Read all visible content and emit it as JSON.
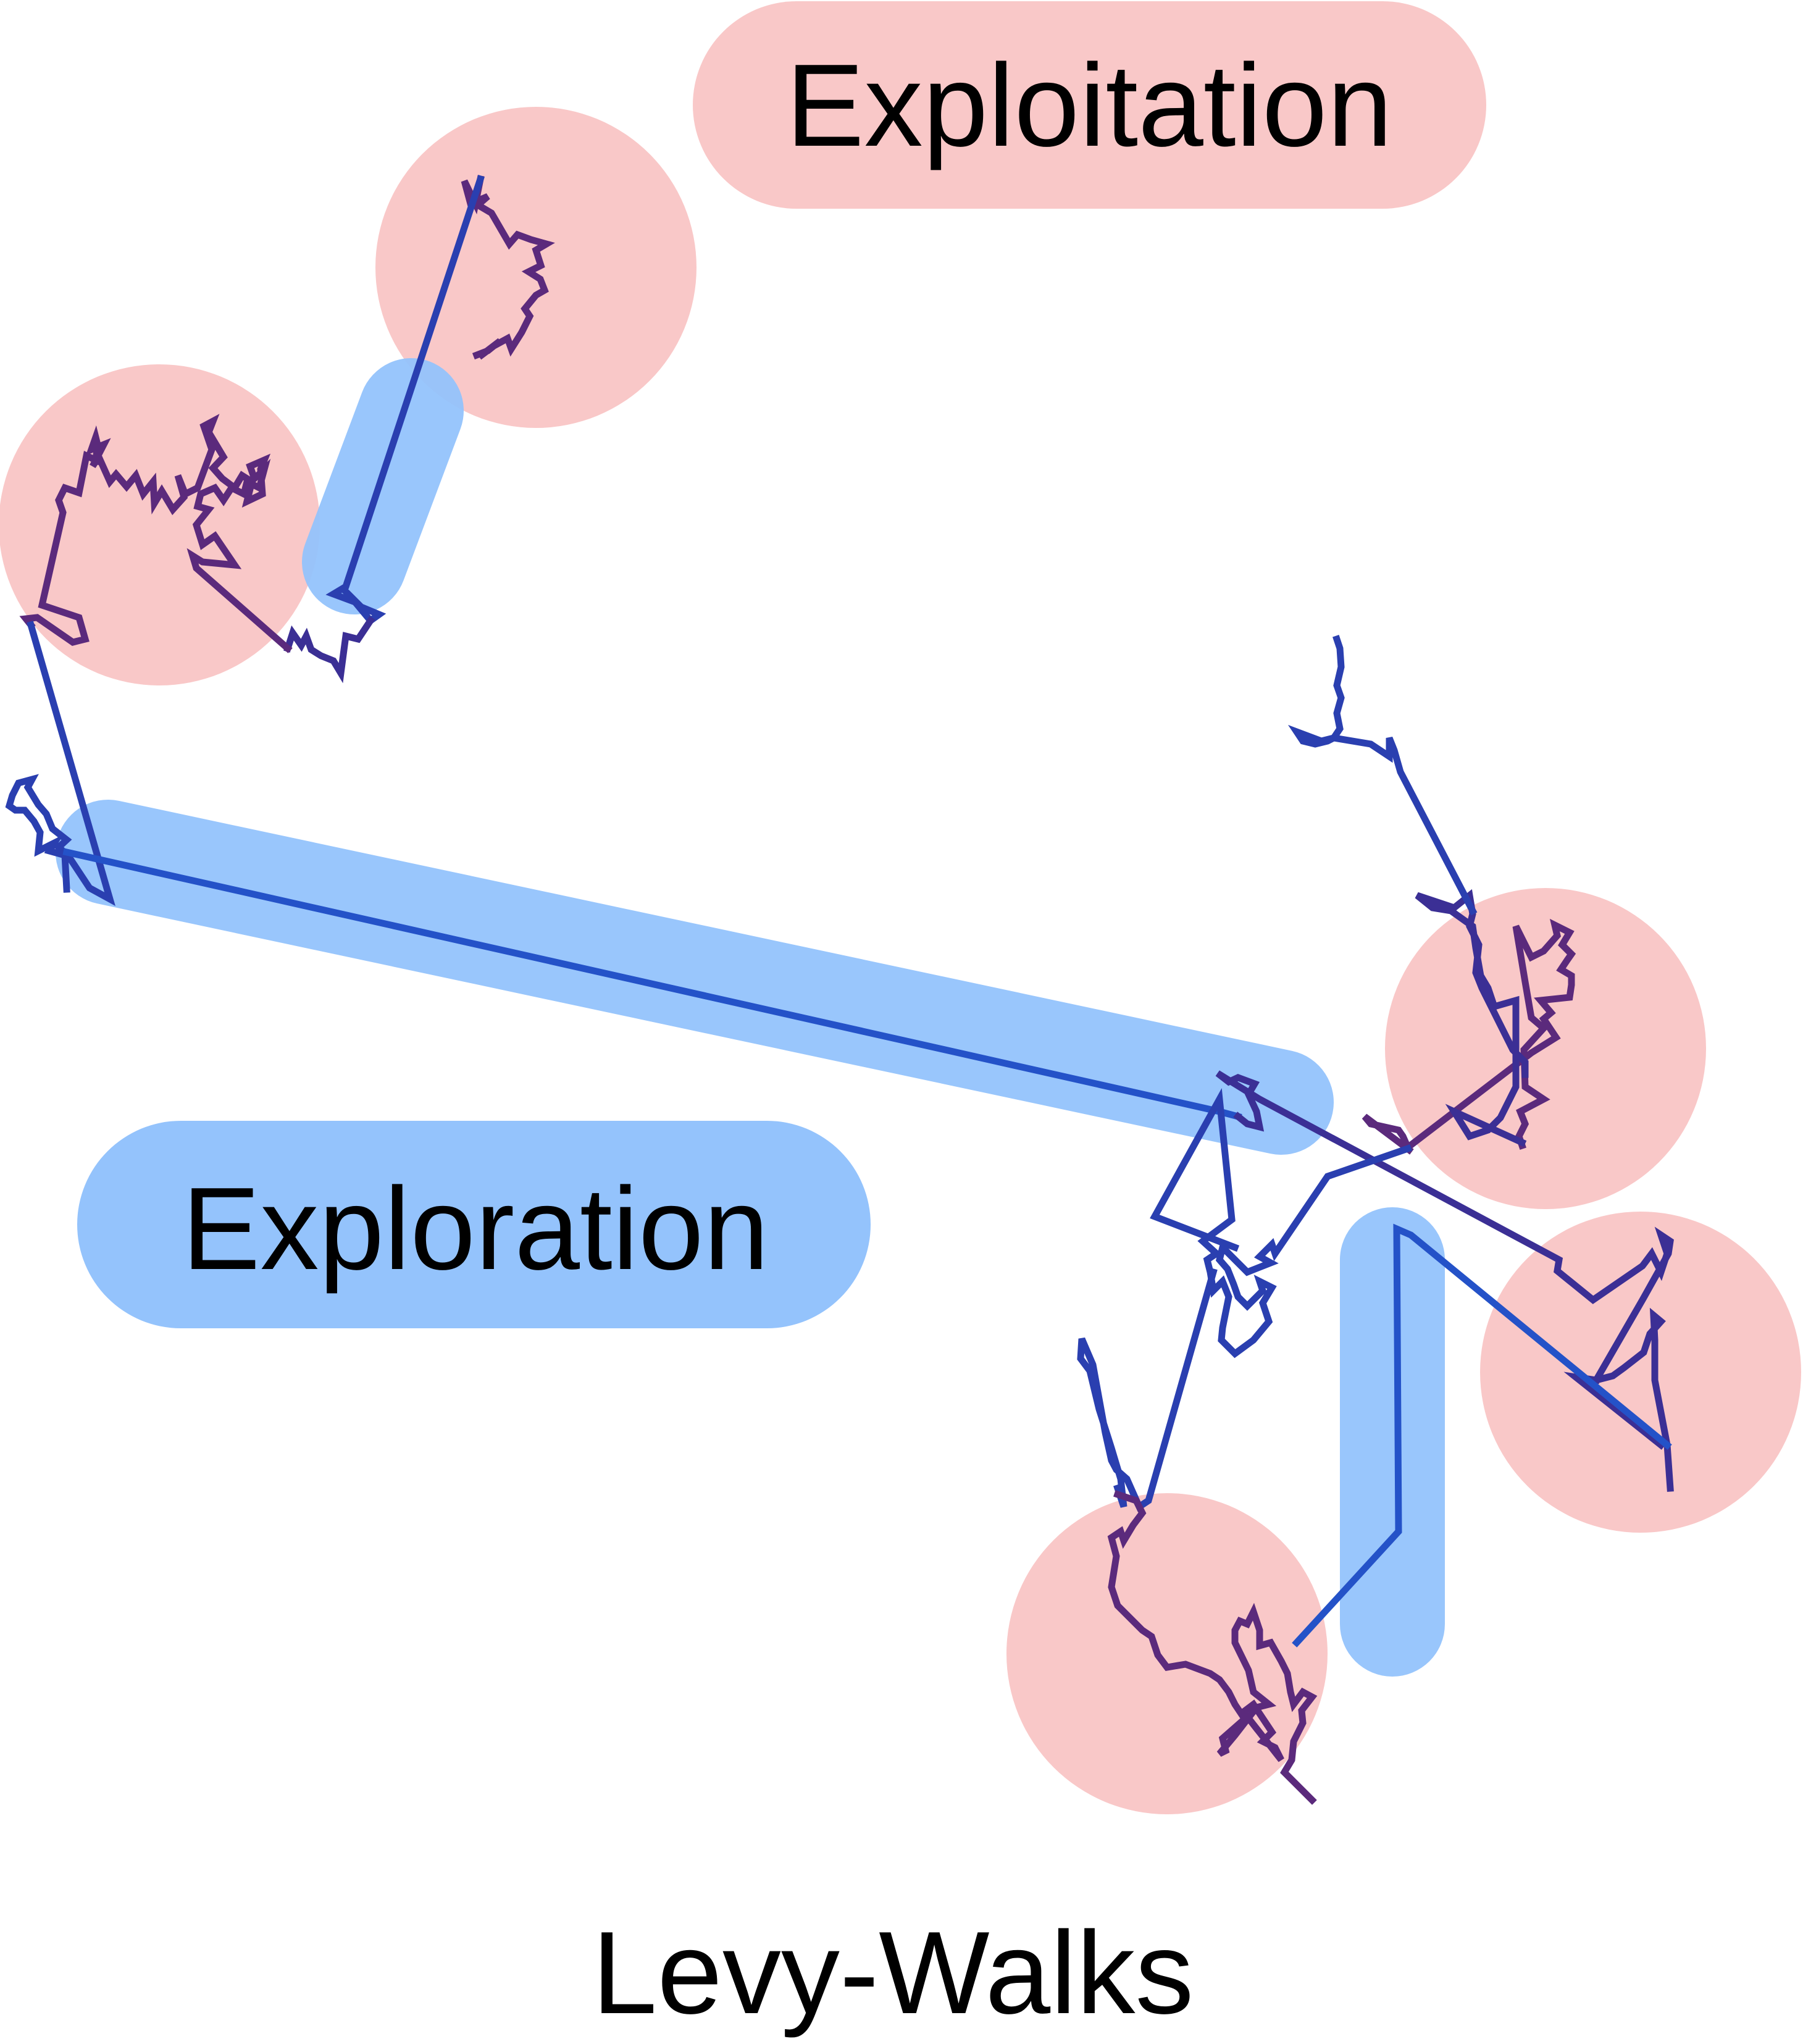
{
  "labels": {
    "exploitation": "Exploitation",
    "exploration": "Exploration",
    "caption": "Levy-Walks"
  },
  "colors": {
    "exploitation_fill": "#f9c8c8",
    "exploration_fill": "#94c3fc",
    "walk_purple": "#5b2a7c",
    "walk_blue": "#28369c",
    "walk_jump": "#2452c8",
    "text": "#000000"
  },
  "legend": [
    {
      "concept": "exploitation",
      "shape": "pink-circle-cluster"
    },
    {
      "concept": "exploration",
      "shape": "blue-long-jump"
    }
  ]
}
